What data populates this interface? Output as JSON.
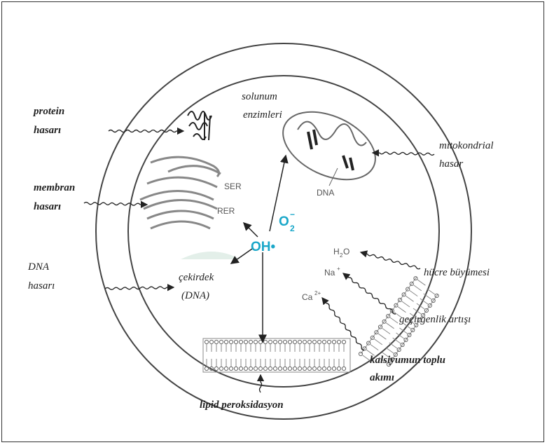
{
  "labels": {
    "protein": [
      "protein",
      "hasarı"
    ],
    "membran": [
      "membran",
      "hasarı"
    ],
    "dna_damage": [
      "DNA",
      "hasarı"
    ],
    "solunum": [
      "solunum",
      "enzimleri"
    ],
    "mitokondrial": [
      "mitokondrial",
      "hasar"
    ],
    "cekirdek": [
      "çekirdek",
      "(DNA)"
    ],
    "hucre": "hücre büyümesi",
    "gecirgenlik": "geçirgenlik artışı",
    "kalsiyum": [
      "kalsiyumun toplu",
      "akımı"
    ],
    "lipid": "lipid peroksidasyon"
  },
  "organelles": {
    "ser": "SER",
    "rer": "RER",
    "dna": "DNA"
  },
  "species": {
    "oh": "OH•",
    "o2": "O",
    "o2_sub": "2",
    "o2_sup": "−",
    "h2o_h": "H",
    "h2o_sub": "2",
    "h2o_o": "O",
    "na": "Na",
    "na_sup": "+",
    "ca": "Ca",
    "ca_sup": "2+"
  },
  "colors": {
    "radical": "#1aa7c9",
    "line": "#222222",
    "membrane": "#555555"
  }
}
